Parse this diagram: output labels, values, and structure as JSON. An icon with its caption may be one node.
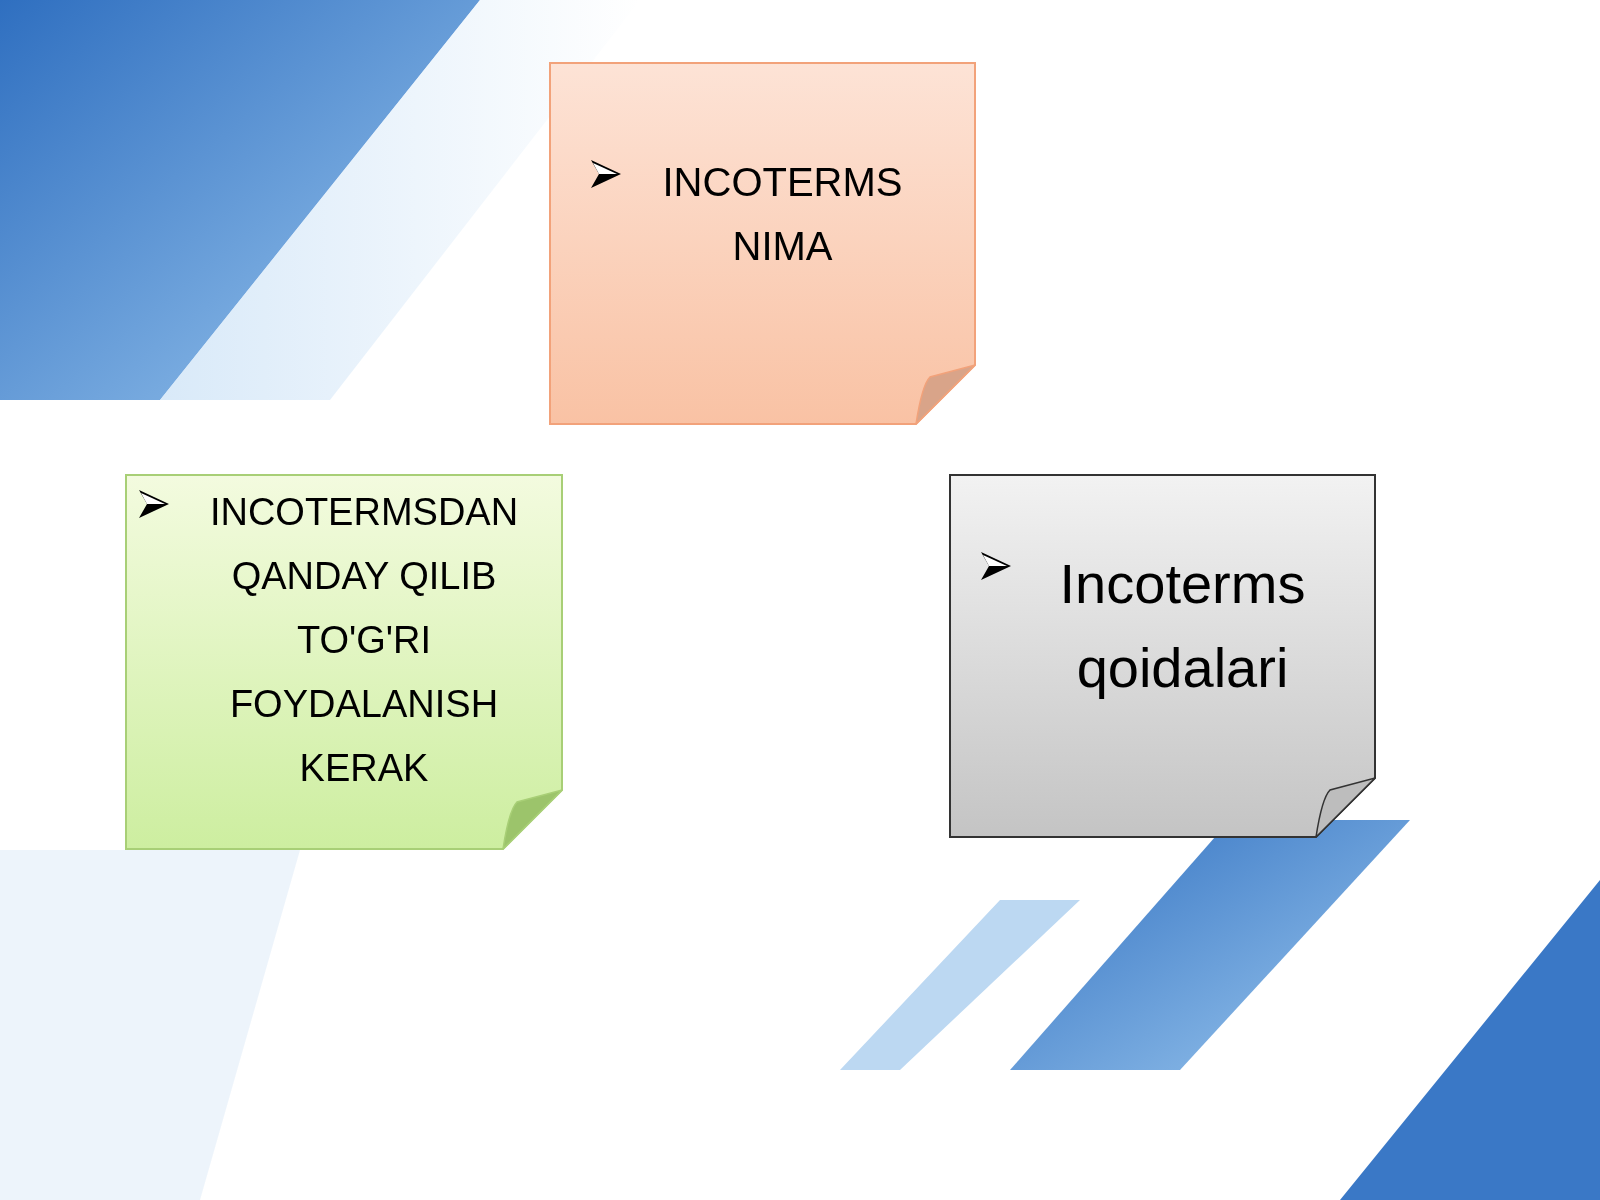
{
  "diagram": {
    "nodes": [
      {
        "text": [
          "INCOTERMS NIMA"
        ]
      },
      {
        "text": [
          "INCOTERMSDAN QANDAY QILIB TO'G'RI FOYDALANISH KERAK"
        ]
      },
      {
        "text": [
          "Incoterms qoidalari"
        ]
      }
    ]
  }
}
